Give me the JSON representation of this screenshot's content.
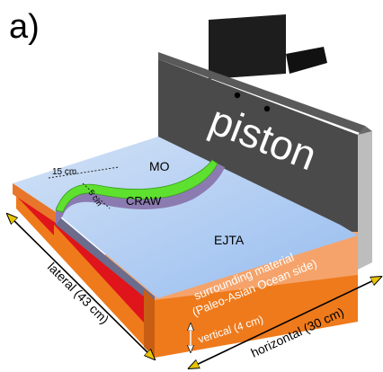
{
  "figure": {
    "panel_label": "a)",
    "piston_label": "piston",
    "label_mo": "MO",
    "label_craw": "CRAW",
    "label_ejta": "EJTA",
    "dim_15cm": "15 cm",
    "dim_5cm": "5 cm",
    "surrounding_line1": "surrounding material",
    "surrounding_line2": "(Paleo-Asian Ocean side)",
    "vertical_label": "vertical (4 cm)",
    "lateral_label": "lateral (43 cm)",
    "horizontal_label": "horizontal (30 cm)"
  },
  "colors": {
    "plate_top": "#b9d2f3",
    "plate_top_dark": "#8fb6ee",
    "green_band": "#5ee02f",
    "purple_band": "#8b7bb0",
    "orange": "#f07a1e",
    "orange_light": "#f5a86b",
    "red": "#e0141b",
    "piston": "#4a4a4a",
    "piston_side": "#cfcfcf"
  }
}
